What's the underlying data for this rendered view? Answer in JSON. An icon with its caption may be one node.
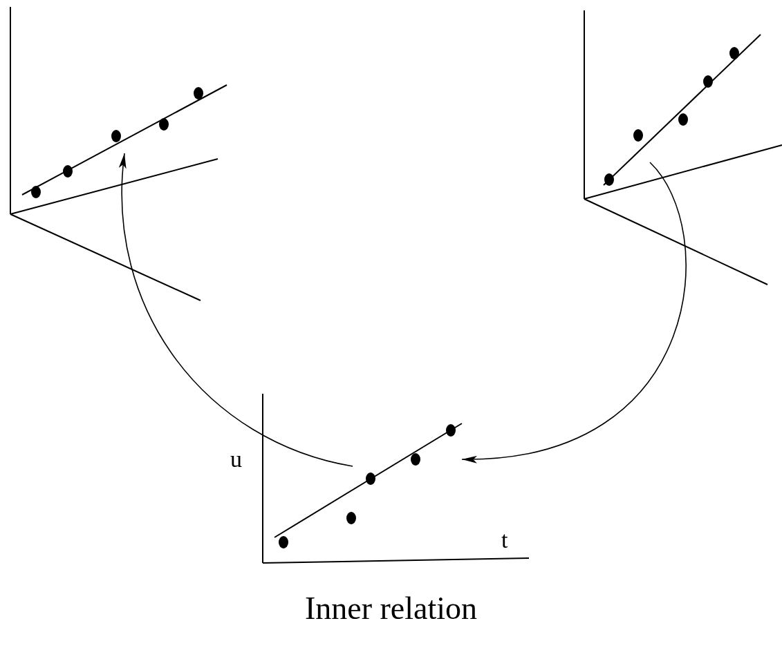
{
  "diagram": {
    "caption": "Inner relation",
    "nodes": [
      {
        "text": [],
        "shape": "picture"
      },
      {
        "text": [],
        "shape": "picture"
      },
      {
        "text": [],
        "shape": "picture"
      }
    ],
    "edges": [
      {
        "from": 1,
        "to": 2,
        "arrow": "to"
      },
      {
        "from": 2,
        "to": 0,
        "arrow": "to"
      }
    ],
    "labels": [
      "u",
      "t"
    ]
  }
}
